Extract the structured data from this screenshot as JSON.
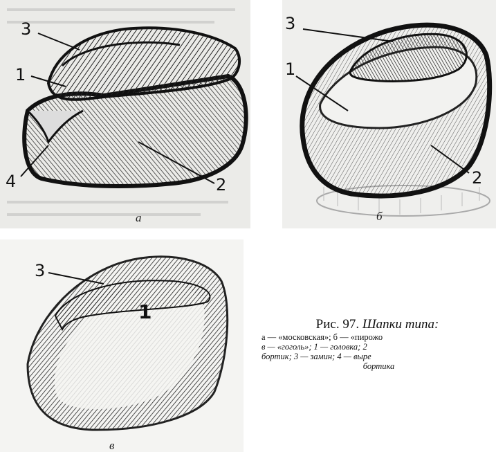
{
  "figure": {
    "panels": [
      {
        "letter": "а",
        "callouts": [
          "3",
          "1",
          "4",
          "2"
        ]
      },
      {
        "letter": "б",
        "callouts": [
          "3",
          "1",
          "2"
        ]
      },
      {
        "letter": "в",
        "callouts": [
          "3",
          "1"
        ]
      }
    ],
    "caption": {
      "prefix": "Рис. 97.",
      "title": "Шапки типа:",
      "lines": [
        "а — «московская»; б — «пирожо",
        "в — «гоголь»; 1 — головка; 2",
        "бортик; 3 — замин; 4 — выре",
        "бортика"
      ]
    }
  }
}
